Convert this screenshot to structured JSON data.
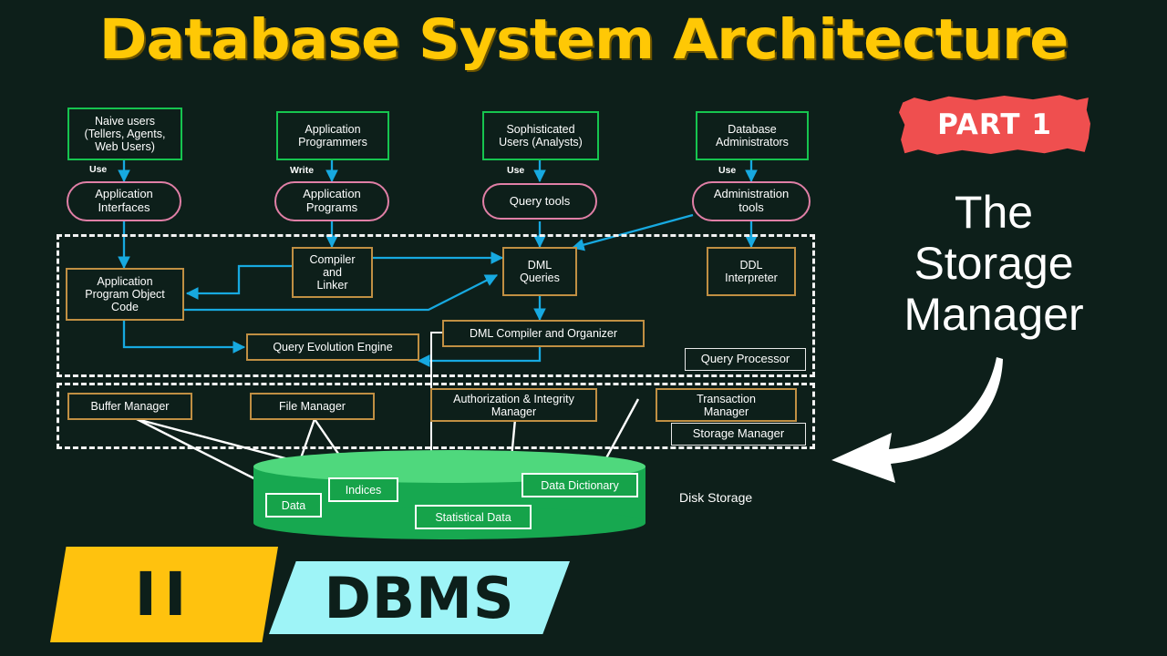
{
  "title": "Database System Architecture",
  "badge": {
    "label": "PART 1"
  },
  "headline": {
    "line1": "The",
    "line2": "Storage",
    "line3": "Manager"
  },
  "banner": {
    "left": "II",
    "right": "DBMS"
  },
  "colors": {
    "background": "#0d1f1a",
    "title_yellow": "#ffc805",
    "user_box_green": "#16c44f",
    "pill_pink": "#e07fa6",
    "gold_border": "#c08f43",
    "arrow_blue": "#17a9e0",
    "disk_green": "#16a34a",
    "badge_red": "#ef4f4f",
    "banner_yellow": "#ffc20e",
    "banner_cyan": "#9ef4f7"
  },
  "diagram": {
    "users": [
      {
        "id": "naive-users",
        "label": "Naive users\n(Tellers, Agents,\nWeb Users)"
      },
      {
        "id": "application-programmers",
        "label": "Application\nProgrammers"
      },
      {
        "id": "sophisticated-users",
        "label": "Sophisticated\nUsers (Analysts)"
      },
      {
        "id": "database-administrators",
        "label": "Database\nAdministrators"
      }
    ],
    "edge_labels": [
      "Use",
      "Write",
      "Use",
      "Use"
    ],
    "tools": [
      {
        "id": "application-interfaces",
        "label": "Application\nInterfaces"
      },
      {
        "id": "application-programs",
        "label": "Application\nPrograms"
      },
      {
        "id": "query-tools",
        "label": "Query tools"
      },
      {
        "id": "administration-tools",
        "label": "Administration\ntools"
      }
    ],
    "query_processor": {
      "title": "Query Processor",
      "boxes": [
        {
          "id": "application-program-object-code",
          "label": "Application\nProgram Object\nCode"
        },
        {
          "id": "compiler-and-linker",
          "label": "Compiler\nand\nLinker"
        },
        {
          "id": "dml-queries",
          "label": "DML\nQueries"
        },
        {
          "id": "ddl-interpreter",
          "label": "DDL\nInterpreter"
        },
        {
          "id": "dml-compiler-and-organizer",
          "label": "DML Compiler and Organizer"
        },
        {
          "id": "query-evolution-engine",
          "label": "Query Evolution Engine"
        }
      ]
    },
    "storage_manager": {
      "title": "Storage Manager",
      "boxes": [
        {
          "id": "buffer-manager",
          "label": "Buffer Manager"
        },
        {
          "id": "file-manager",
          "label": "File Manager"
        },
        {
          "id": "authorization-integrity-manager",
          "label": "Authorization & Integrity\nManager"
        },
        {
          "id": "transaction-manager",
          "label": "Transaction\nManager"
        }
      ]
    },
    "disk": {
      "caption": "Disk Storage",
      "items": [
        {
          "id": "data",
          "label": "Data"
        },
        {
          "id": "indices",
          "label": "Indices"
        },
        {
          "id": "statistical-data",
          "label": "Statistical Data"
        },
        {
          "id": "data-dictionary",
          "label": "Data Dictionary"
        }
      ]
    }
  }
}
